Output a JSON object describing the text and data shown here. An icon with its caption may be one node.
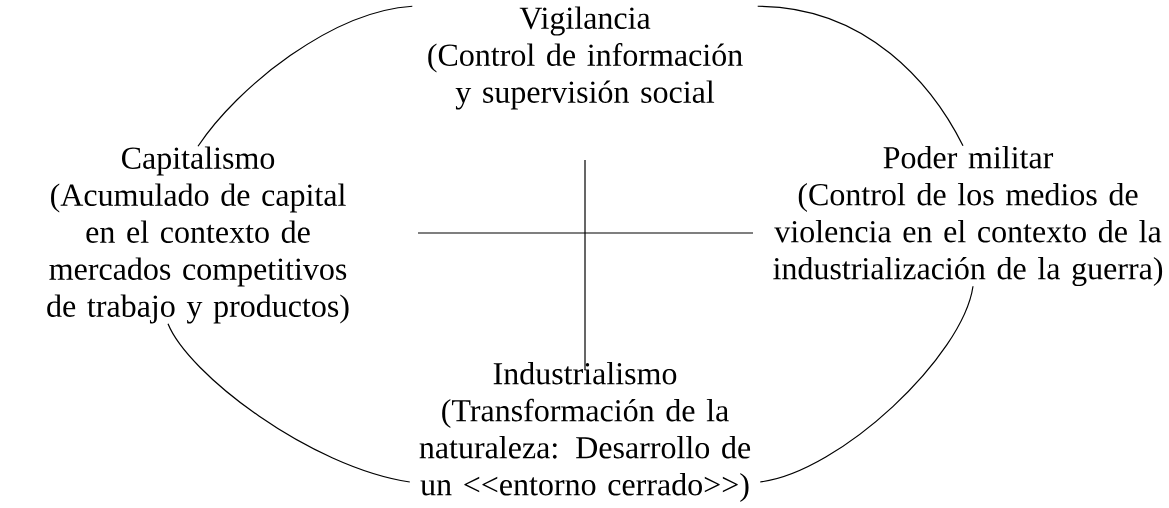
{
  "diagram": {
    "nodes": [
      {
        "text": [
          "Vigilancia",
          "(Control de información y supervisión social"
        ]
      },
      {
        "text": [
          "Capitalismo",
          "(Acumulado de capital en el contexto de mercados competitivos de trabajo y productos)"
        ]
      },
      {
        "text": [
          "Poder militar",
          "(Control de los medios de violencia en el contexto de la industrialización de la guerra)"
        ]
      },
      {
        "text": [
          "Industrialismo",
          "(Transformación de la naturaleza: Desarrollo de un <<entorno cerrado>>)"
        ]
      }
    ],
    "edges": [
      {
        "from": 0,
        "to": 2,
        "arrow": "none"
      },
      {
        "from": 2,
        "to": 3,
        "arrow": "none"
      },
      {
        "from": 3,
        "to": 1,
        "arrow": "none"
      },
      {
        "from": 1,
        "to": 0,
        "arrow": "none"
      }
    ]
  }
}
